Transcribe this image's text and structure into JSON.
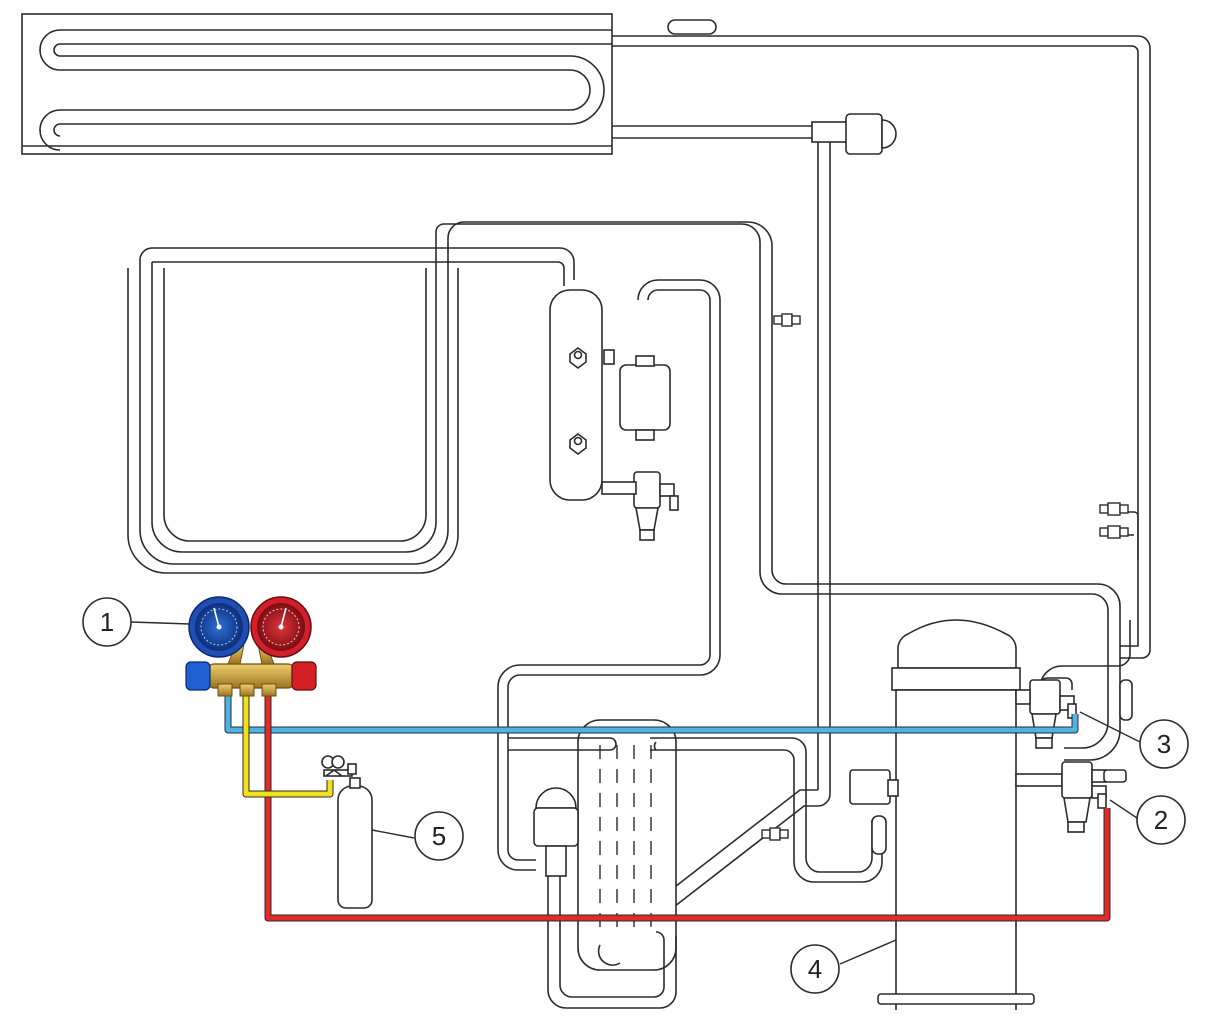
{
  "callouts": [
    {
      "label": "1",
      "refers_to": "manifold-gauge-set"
    },
    {
      "label": "2",
      "refers_to": "discharge-service-valve"
    },
    {
      "label": "3",
      "refers_to": "suction-service-valve"
    },
    {
      "label": "4",
      "refers_to": "compressor"
    },
    {
      "label": "5",
      "refers_to": "nitrogen-cylinder"
    }
  ],
  "colors": {
    "outline": "#2b2b2b",
    "pipe_fill": "#ffffff",
    "hose_low_side": "#4fb3e6",
    "hose_high_side": "#e12a2a",
    "hose_charging": "#f2e01c",
    "gauge_low_bezel": "#1f4fb5",
    "gauge_high_bezel": "#d2202a",
    "manifold_brass": "#c9a23a",
    "knob_blue": "#1f5fd1",
    "knob_red": "#d51f26"
  },
  "icons": [
    "pressure-gauge-icon",
    "hose-fitting-icon",
    "pressure-regulator-icon",
    "service-port-icon",
    "schrader-valve-icon"
  ]
}
